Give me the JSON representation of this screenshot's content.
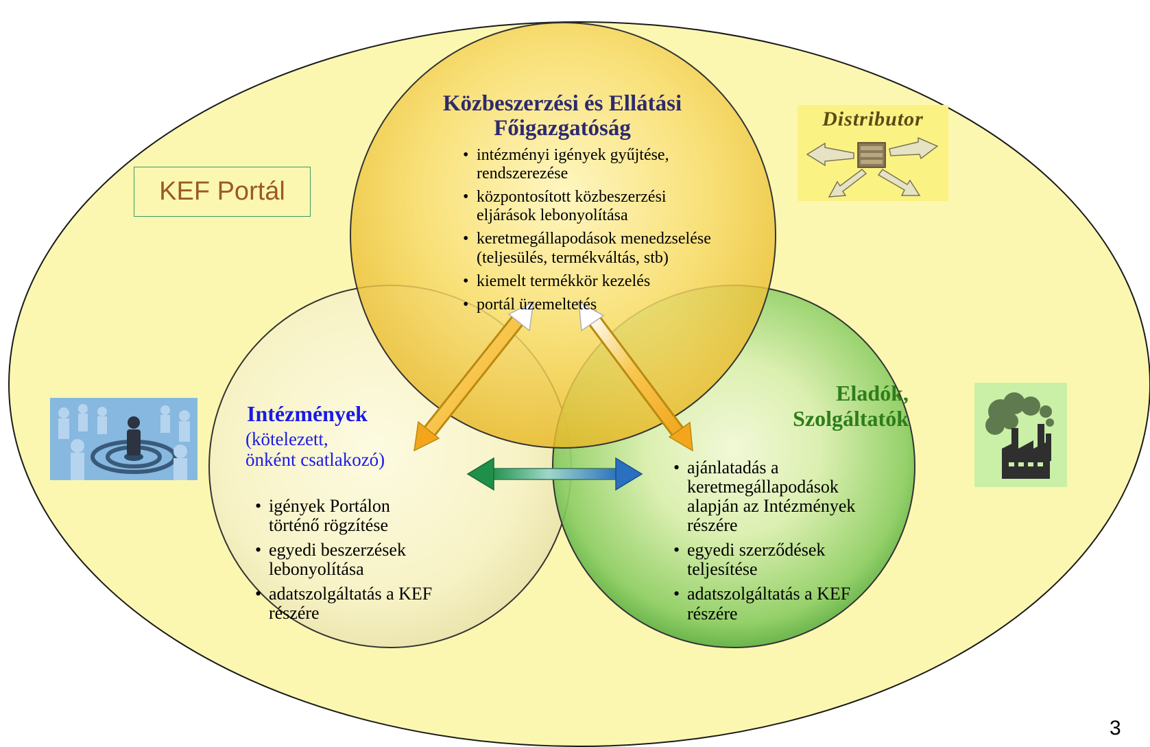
{
  "portal_label": "KEF Portál",
  "page_number": "3",
  "top": {
    "title_line1": "Közbeszerzési és Ellátási",
    "title_line2": "Főigazgatóság",
    "items": [
      {
        "line1": "intézményi igények gyűjtése,",
        "line2": "rendszerezése"
      },
      {
        "line1": "központosított közbeszerzési",
        "line2": "eljárások lebonyolítása"
      },
      {
        "line1": "keretmegállapodások menedzselése",
        "line2": "(teljesülés, termékváltás, stb)"
      },
      {
        "line1": "kiemelt termékkör kezelés",
        "line2": ""
      },
      {
        "line1": "portál üzemeltetés",
        "line2": ""
      }
    ]
  },
  "left": {
    "title": "Intézmények",
    "sub_line1": "(kötelezett,",
    "sub_line2": "önként csatlakozó)",
    "items": [
      {
        "line1": "igények Portálon",
        "line2": "történő rögzítése"
      },
      {
        "line1": "egyedi beszerzések",
        "line2": "lebonyolítása"
      },
      {
        "line1": "adatszolgáltatás a KEF",
        "line2": "részére"
      }
    ]
  },
  "right": {
    "title_line1": "Eladók,",
    "title_line2": "Szolgáltatók",
    "items": [
      {
        "lines": [
          "ajánlatadás a",
          "keretmegállapodások",
          "alapján az Intézmények",
          "részére"
        ]
      },
      {
        "lines": [
          "egyedi szerződések",
          "teljesítése"
        ]
      },
      {
        "lines": [
          "adatszolgáltatás a KEF",
          "részére"
        ]
      }
    ]
  },
  "images": {
    "distributor_label": "Distributor",
    "people_icon": "people-crowd-icon",
    "factory_icon": "factory-smoke-icon"
  },
  "colors": {
    "outer_ellipse": "#fbf7b1",
    "top_circle": "#f3cc45",
    "left_circle": "#f7f4c8",
    "right_circle": "#4caf3a",
    "arrow_orange": "#f5a623",
    "title_blue_dark": "#2e2a6e",
    "title_blue": "#1a1ae6",
    "title_green": "#2f7d1b",
    "portal_text": "#9b5a23"
  }
}
